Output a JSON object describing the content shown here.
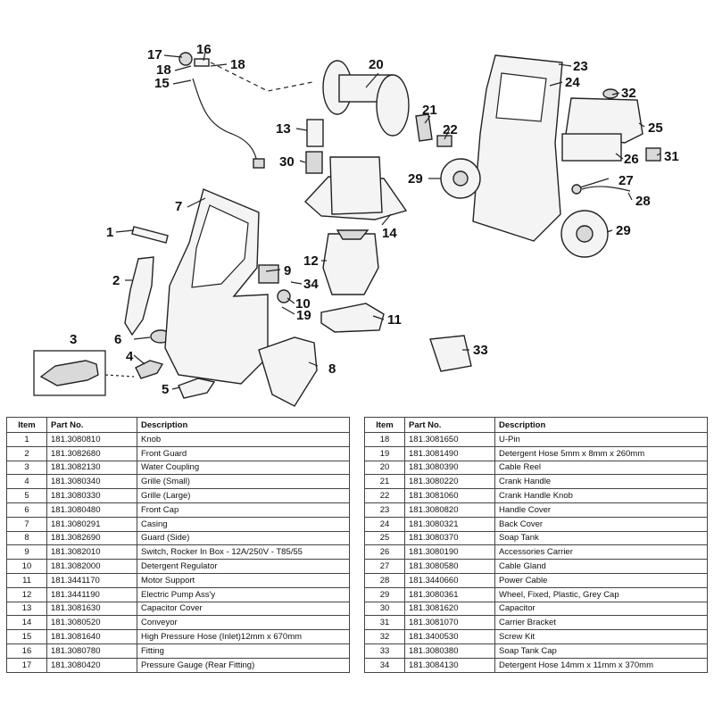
{
  "callouts": [
    "1",
    "2",
    "3",
    "4",
    "5",
    "6",
    "7",
    "8",
    "9",
    "10",
    "11",
    "12",
    "13",
    "14",
    "15",
    "16",
    "17",
    "18",
    "18",
    "19",
    "20",
    "21",
    "22",
    "23",
    "24",
    "25",
    "26",
    "27",
    "28",
    "29",
    "29",
    "30",
    "31",
    "32",
    "33",
    "34"
  ],
  "table": {
    "headers": {
      "item": "Item",
      "part_no": "Part No.",
      "description": "Description"
    },
    "left_rows": [
      {
        "item": "1",
        "part_no": "181.3080810",
        "description": "Knob"
      },
      {
        "item": "2",
        "part_no": "181.3082680",
        "description": "Front Guard"
      },
      {
        "item": "3",
        "part_no": "181.3082130",
        "description": "Water Coupling"
      },
      {
        "item": "4",
        "part_no": "181.3080340",
        "description": "Grille (Small)"
      },
      {
        "item": "5",
        "part_no": "181.3080330",
        "description": "Grille (Large)"
      },
      {
        "item": "6",
        "part_no": "181.3080480",
        "description": "Front Cap"
      },
      {
        "item": "7",
        "part_no": "181.3080291",
        "description": "Casing"
      },
      {
        "item": "8",
        "part_no": "181.3082690",
        "description": "Guard (Side)"
      },
      {
        "item": "9",
        "part_no": "181.3082010",
        "description": "Switch, Rocker In Box - 12A/250V - T85/55"
      },
      {
        "item": "10",
        "part_no": "181.3082000",
        "description": "Detergent Regulator"
      },
      {
        "item": "11",
        "part_no": "181.3441170",
        "description": "Motor Support"
      },
      {
        "item": "12",
        "part_no": "181.3441190",
        "description": "Electric Pump Ass'y"
      },
      {
        "item": "13",
        "part_no": "181.3081630",
        "description": "Capacitor Cover"
      },
      {
        "item": "14",
        "part_no": "181.3080520",
        "description": "Conveyor"
      },
      {
        "item": "15",
        "part_no": "181.3081640",
        "description": "High Pressure Hose (Inlet)12mm x 670mm"
      },
      {
        "item": "16",
        "part_no": "181.3080780",
        "description": "Fitting"
      },
      {
        "item": "17",
        "part_no": "181.3080420",
        "description": "Pressure Gauge (Rear Fitting)"
      }
    ],
    "right_rows": [
      {
        "item": "18",
        "part_no": "181.3081650",
        "description": "U-Pin"
      },
      {
        "item": "19",
        "part_no": "181.3081490",
        "description": "Detergent Hose 5mm x 8mm x 260mm"
      },
      {
        "item": "20",
        "part_no": "181.3080390",
        "description": "Cable Reel"
      },
      {
        "item": "21",
        "part_no": "181.3080220",
        "description": "Crank Handle"
      },
      {
        "item": "22",
        "part_no": "181.3081060",
        "description": "Crank Handle Knob"
      },
      {
        "item": "23",
        "part_no": "181.3080820",
        "description": "Handle Cover"
      },
      {
        "item": "24",
        "part_no": "181.3080321",
        "description": "Back Cover"
      },
      {
        "item": "25",
        "part_no": "181.3080370",
        "description": "Soap Tank"
      },
      {
        "item": "26",
        "part_no": "181.3080190",
        "description": "Accessories Carrier"
      },
      {
        "item": "27",
        "part_no": "181.3080580",
        "description": "Cable Gland"
      },
      {
        "item": "28",
        "part_no": "181.3440660",
        "description": "Power Cable"
      },
      {
        "item": "29",
        "part_no": "181.3080361",
        "description": "Wheel, Fixed, Plastic, Grey Cap"
      },
      {
        "item": "30",
        "part_no": "181.3081620",
        "description": "Capacitor"
      },
      {
        "item": "31",
        "part_no": "181.3081070",
        "description": "Carrier Bracket"
      },
      {
        "item": "32",
        "part_no": "181.3400530",
        "description": "Screw Kit"
      },
      {
        "item": "33",
        "part_no": "181.3080380",
        "description": "Soap Tank Cap"
      },
      {
        "item": "34",
        "part_no": "181.3084130",
        "description": "Detergent Hose 14mm x 11mm x 370mm"
      }
    ]
  }
}
